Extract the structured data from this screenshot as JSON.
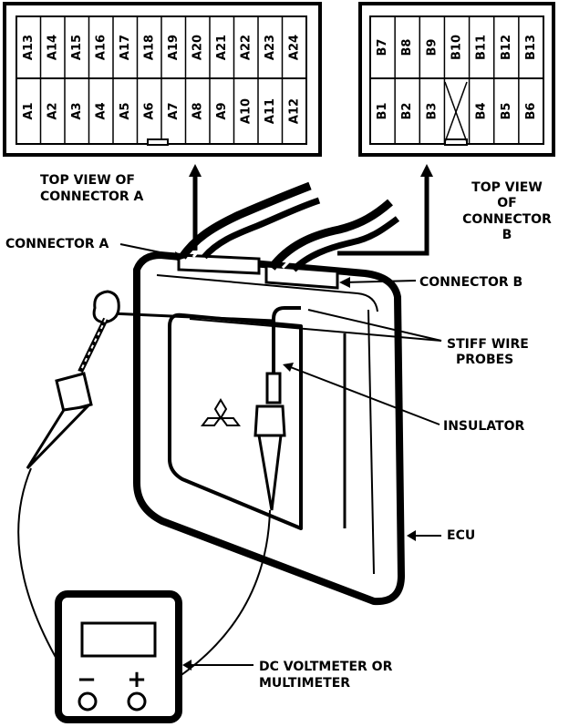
{
  "connector_a": {
    "top_row": [
      "A13",
      "A14",
      "A15",
      "A16",
      "A17",
      "A18",
      "A19",
      "A20",
      "A21",
      "A22",
      "A23",
      "A24"
    ],
    "bottom_row": [
      "A1",
      "A2",
      "A3",
      "A4",
      "A5",
      "A6",
      "A7",
      "A8",
      "A9",
      "A10",
      "A11",
      "A12"
    ]
  },
  "connector_b": {
    "top_row": [
      "B7",
      "B8",
      "B9",
      "B10",
      "B11",
      "B12",
      "B13"
    ],
    "bottom_row": [
      "B1",
      "B2",
      "B3",
      "",
      "B4",
      "B5",
      "B6"
    ]
  },
  "labels": {
    "top_view_a_1": "TOP VIEW OF",
    "top_view_a_2": "CONNECTOR A",
    "top_view_b_1": "TOP VIEW",
    "top_view_b_2": "OF",
    "top_view_b_3": "CONNECTOR",
    "top_view_b_4": "B",
    "connector_a": "CONNECTOR A",
    "connector_b": "CONNECTOR B",
    "stiff_wire_1": "STIFF WIRE",
    "stiff_wire_2": "PROBES",
    "insulator": "INSULATOR",
    "ecu": "ECU",
    "meter_1": "DC VOLTMETER OR",
    "meter_2": "MULTIMETER",
    "minus": "−",
    "plus": "+"
  },
  "icons": {
    "ecu_logo": "mitsubishi-diamonds-icon",
    "meter_minus_jack": "jack-icon",
    "meter_plus_jack": "jack-icon"
  },
  "colors": {
    "ink": "#000000",
    "paper": "#ffffff"
  }
}
